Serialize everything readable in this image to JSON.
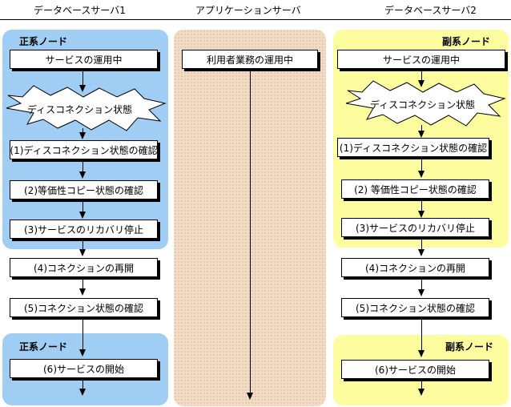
{
  "headers": {
    "db1": "データベースサーバ1",
    "app": "アプリケーションサーバ",
    "db2": "データベースサーバ2"
  },
  "db1": {
    "node_label_top": "正系ノード",
    "node_label_bottom": "正系ノード",
    "steps": {
      "running": "サービスの運用中",
      "disconnect": "ディスコネクション状態",
      "s1": "(1)ディスコネクション状態の確認",
      "s2": "(2)等価性コピー状態の確認",
      "s3": "(3)サービスのリカバリ停止",
      "s4": "(4)コネクションの再開",
      "s5": "(5)コネクション状態の確認",
      "s6": "(6)サービスの開始"
    }
  },
  "app": {
    "running": "利用者業務の運用中"
  },
  "db2": {
    "node_label_top": "副系ノード",
    "node_label_bottom": "副系ノード",
    "steps": {
      "running": "サービスの運用中",
      "disconnect": "ディスコネクション状態",
      "s1": "(1)ディスコネクション状態の確認",
      "s2": "(2) 等価性コピー状態の確認",
      "s3": "(3)サービスのリカバリ停止",
      "s4": "(4)コネクションの再開",
      "s5": "(5)コネクション状態の確認",
      "s6": "(6)サービスの開始"
    }
  },
  "colors": {
    "primary_panel": "#9fcdf4",
    "secondary_panel": "#fdfda0",
    "app_panel": "#f2dcc6"
  }
}
